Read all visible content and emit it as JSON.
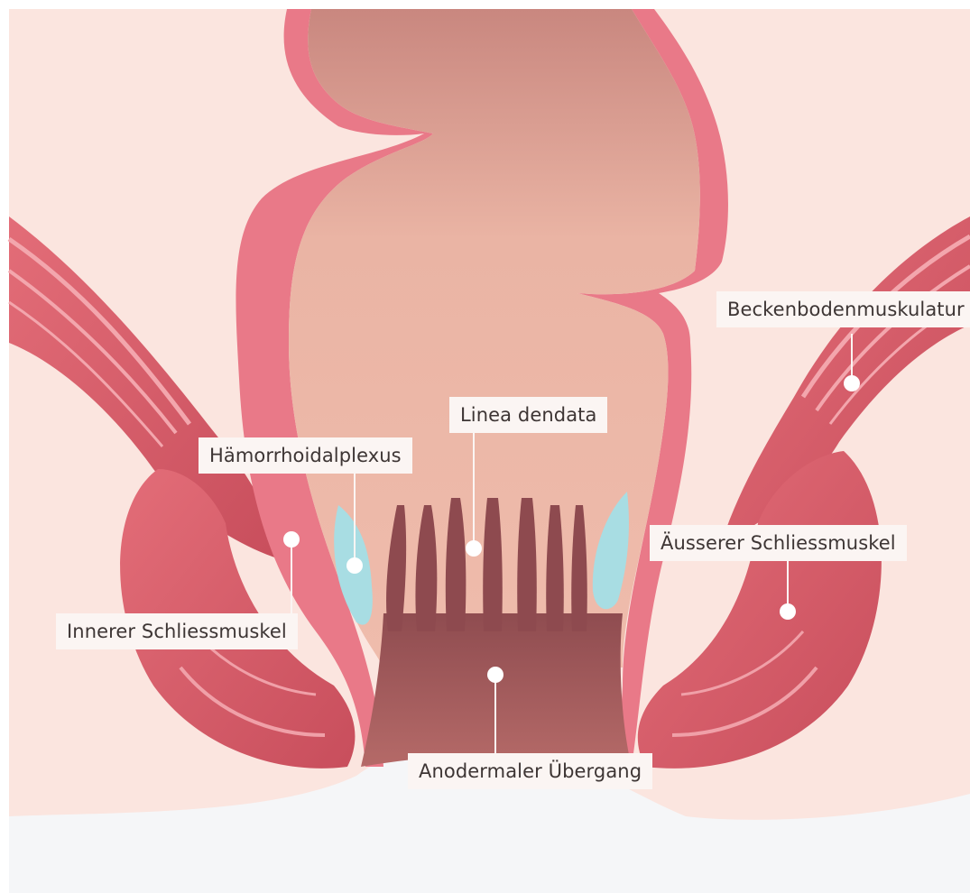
{
  "labels": {
    "beckenboden": "Beckenbodenmuskulatur",
    "linea": "Linea dendata",
    "plexus": "Hämorrhoidalplexus",
    "aeusserer": "Äusserer Schliessmuskel",
    "innerer": "Innerer Schliessmuskel",
    "anodermal": "Anodermaler Übergang"
  },
  "colors": {
    "background_skin": "#fbe5df",
    "bottom_white": "#f5f6f8",
    "muscle": "#d9606c",
    "muscle_dark": "#c74c5a",
    "rectal_wall": "#e97988",
    "lumen": "#e8ab9c",
    "anal_canal": "#a95f60",
    "plexus": "#a8dde3",
    "label_bg": "#fbf5f3"
  }
}
